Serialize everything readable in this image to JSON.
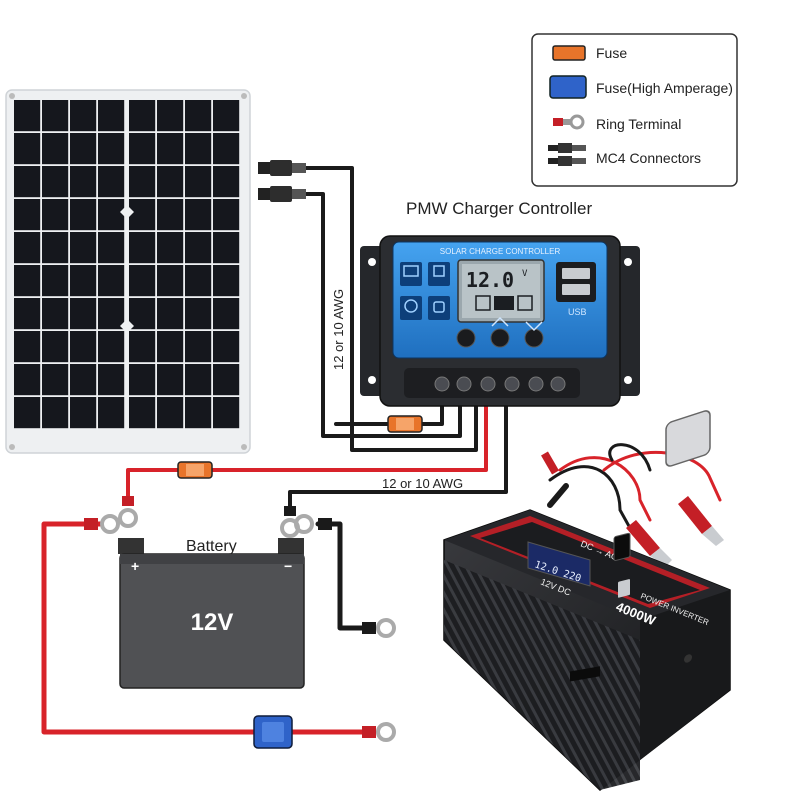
{
  "legend": {
    "items": [
      {
        "label": "Fuse",
        "icon": "fuse-icon"
      },
      {
        "label": "Fuse(High Amperage)",
        "icon": "high-amperage-fuse-icon"
      },
      {
        "label": "Ring Terminal",
        "icon": "ring-terminal-icon"
      },
      {
        "label": "MC4 Connectors",
        "icon": "mc4-connector-icon"
      }
    ]
  },
  "controller": {
    "caption": "PMW Charger Controller",
    "panel_title": "SOLAR CHARGE CONTROLLER",
    "lcd_value": "12.0",
    "lcd_unit": "V",
    "usb_label": "USB",
    "left_icons": [
      "MOD control",
      "SET voltage",
      "Dynamic Setup",
      "FULL protect"
    ]
  },
  "wires": {
    "gauge_vertical": "12 or 10 AWG",
    "gauge_horizontal": "12 or 10 AWG"
  },
  "battery": {
    "caption": "Battery",
    "voltage": "12V",
    "plus": "+",
    "minus": "−"
  },
  "inverter": {
    "brand_line": "POWER INVERTER",
    "rating": "4000W",
    "dc_label": "DC → AC",
    "input_label": "12V DC",
    "lcd_text": "12.0 220"
  },
  "colors": {
    "wire_red": "#d8232a",
    "wire_black": "#1a1a1a",
    "fuse_orange": "#e8742a",
    "fuse_blue": "#2f63c9",
    "controller_blue": "#2f8fe0",
    "controller_body": "#2b2d31",
    "panel_cell": "#15171d",
    "inverter_red": "#c41f26"
  }
}
